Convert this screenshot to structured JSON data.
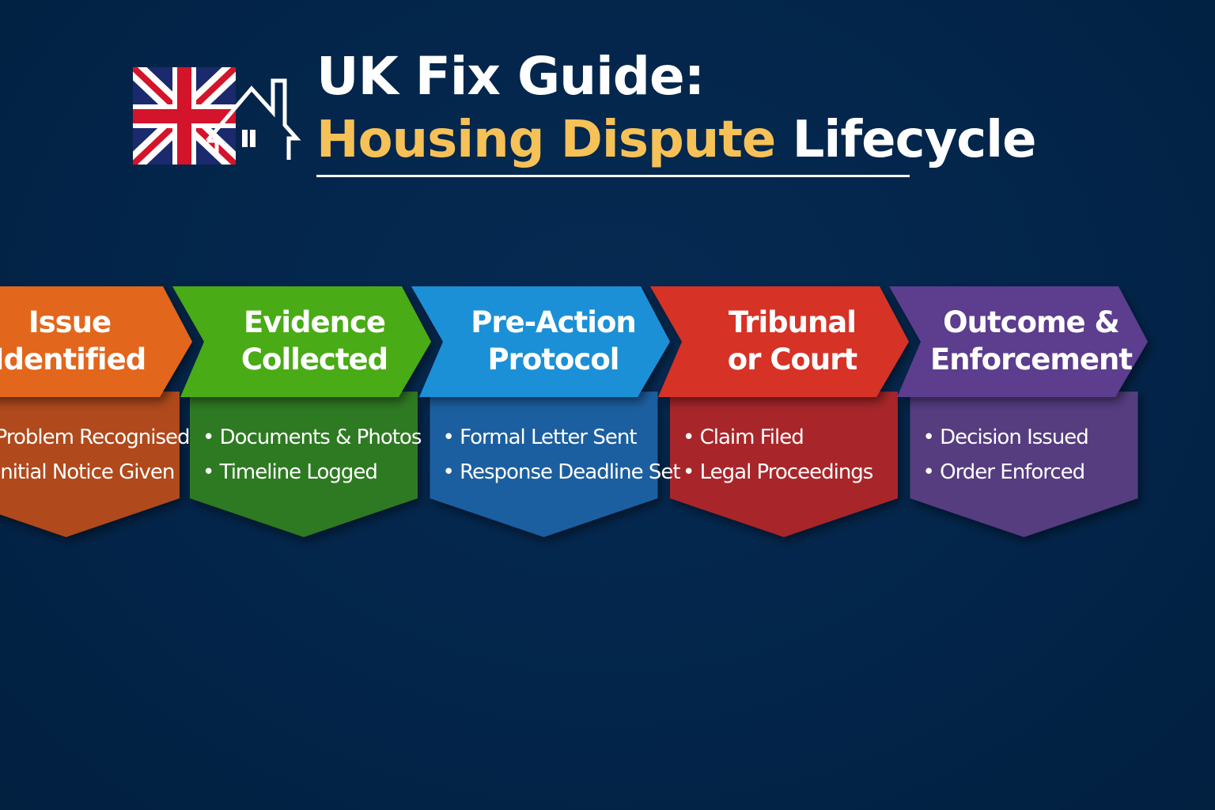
{
  "header": {
    "title_line1": "UK Fix Guide:",
    "title_line2_accent": "Housing Dispute",
    "title_line2_rest": " Lifecycle",
    "logo_icon": "union-jack-flag-with-house-outline-icon"
  },
  "colors": {
    "background": "#03254a",
    "accent": "#f6c157"
  },
  "stages": [
    {
      "title": "Issue\nIdentified",
      "head": "#e2661a",
      "body": "#b04a1a",
      "bullets": [
        "Problem Recognised",
        "Initial Notice Given"
      ]
    },
    {
      "title": "Evidence\nCollected",
      "head": "#4aab18",
      "body": "#2e7a24",
      "bullets": [
        "Documents & Photos",
        "Timeline Logged"
      ]
    },
    {
      "title": "Pre-Action\nProtocol",
      "head": "#1e90d6",
      "body": "#1f5fa0",
      "bullets": [
        "Formal Letter Sent",
        "Response Deadline Set"
      ]
    },
    {
      "title": "Tribunal\nor Court",
      "head": "#d63328",
      "body": "#a8272c",
      "bullets": [
        "Claim Filed",
        "Legal Proceedings"
      ]
    },
    {
      "title": "Outcome &\nEnforcement",
      "head": "#5b3d8e",
      "body": "#553c80",
      "bullets": [
        "Decision Issued",
        "Order Enforced"
      ]
    }
  ]
}
